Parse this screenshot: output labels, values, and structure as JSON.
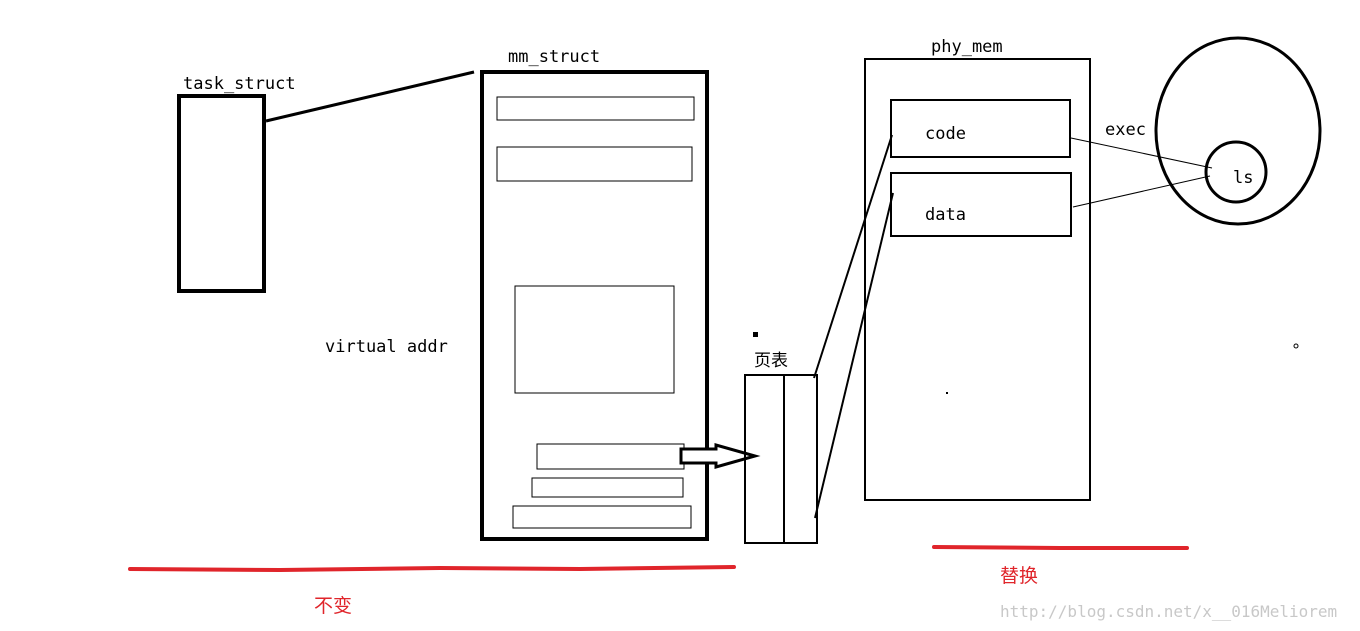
{
  "labels": {
    "task_struct": "task_struct",
    "mm_struct": "mm_struct",
    "phy_mem": "phy_mem",
    "virtual_addr": "virtual addr",
    "page_table": "页表",
    "code": "code",
    "data": "data",
    "exec": "exec",
    "ls": "ls",
    "unchanged": "不变",
    "replace": "替换",
    "watermark": "http://blog.csdn.net/x__016Meliorem"
  },
  "colors": {
    "ink": "#000000",
    "annotation_red": "#e0252b",
    "watermark": "#c8c8c8",
    "background": "#ffffff"
  }
}
